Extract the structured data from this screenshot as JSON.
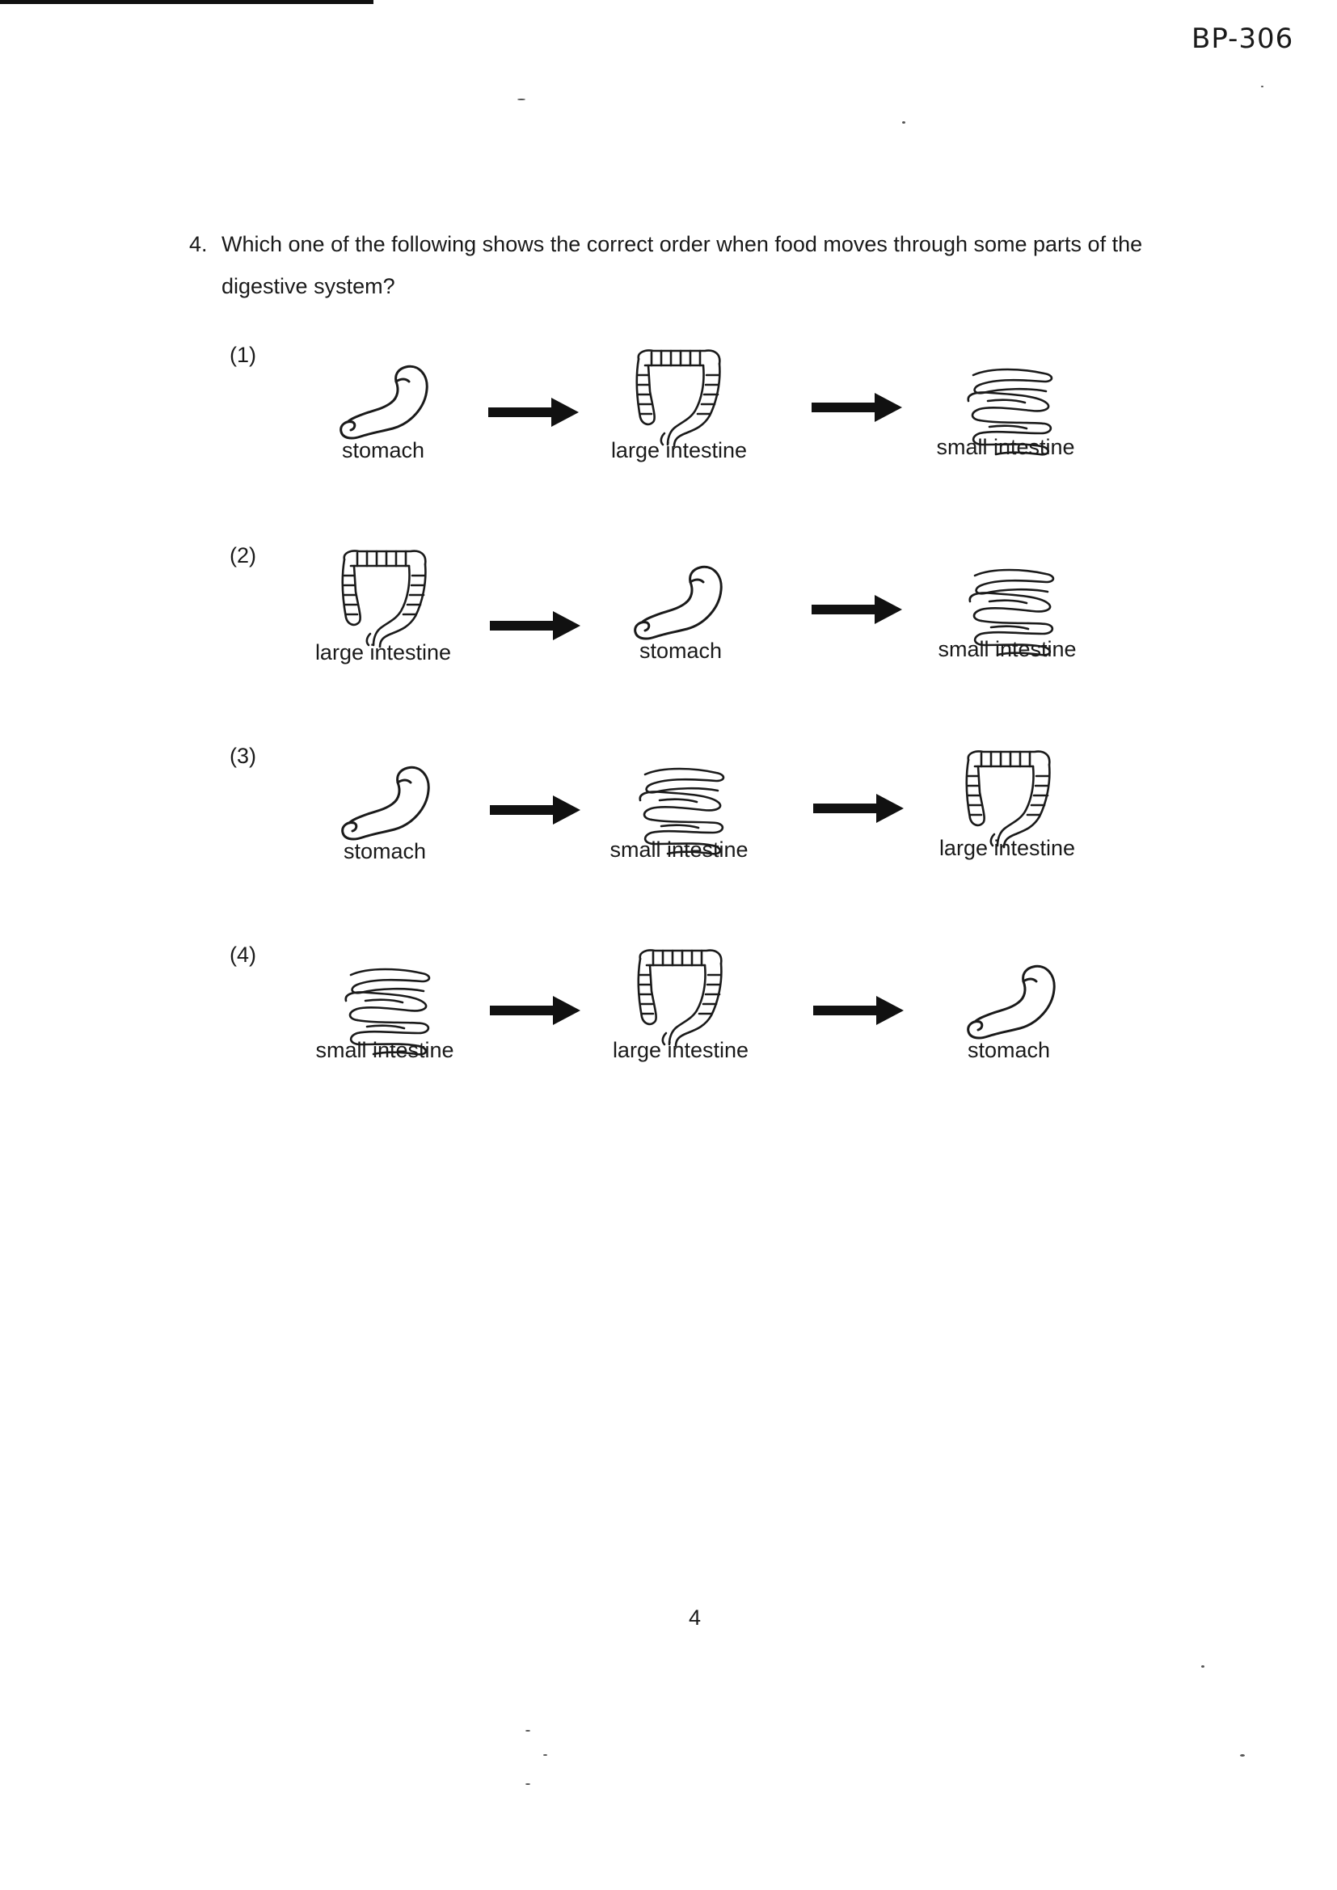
{
  "header": {
    "code": "BP-306"
  },
  "question": {
    "number": "4.",
    "text": "Which one of the following shows the correct order when food moves through some parts of the digestive system?"
  },
  "options": [
    {
      "label": "(1)",
      "steps": [
        {
          "icon": "stomach-icon",
          "text": "stomach"
        },
        {
          "icon": "large-intestine-icon",
          "text": "large intestine"
        },
        {
          "icon": "small-intestine-icon",
          "text": "small intestine"
        }
      ]
    },
    {
      "label": "(2)",
      "steps": [
        {
          "icon": "large-intestine-icon",
          "text": "large intestine"
        },
        {
          "icon": "stomach-icon",
          "text": "stomach"
        },
        {
          "icon": "small-intestine-icon",
          "text": "small intestine"
        }
      ]
    },
    {
      "label": "(3)",
      "steps": [
        {
          "icon": "stomach-icon",
          "text": "stomach"
        },
        {
          "icon": "small-intestine-icon",
          "text": "small intestine"
        },
        {
          "icon": "large-intestine-icon",
          "text": "large intestine"
        }
      ]
    },
    {
      "label": "(4)",
      "steps": [
        {
          "icon": "small-intestine-icon",
          "text": "small intestine"
        },
        {
          "icon": "large-intestine-icon",
          "text": "large intestine"
        },
        {
          "icon": "stomach-icon",
          "text": "stomach"
        }
      ]
    }
  ],
  "footer": {
    "page_number": "4"
  },
  "colors": {
    "ink": "#1a1a1a",
    "background": "#ffffff"
  }
}
